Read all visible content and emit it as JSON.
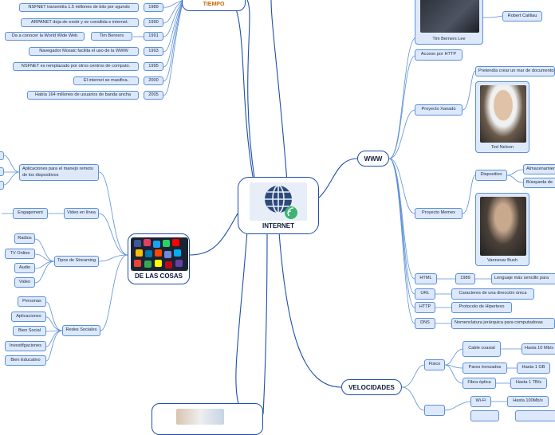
{
  "center": {
    "label": "INTERNET"
  },
  "timeline": {
    "title": "LINEA DE\nTIEMPO",
    "items": [
      {
        "text": "NSFNET transmitía 1.5 millones de bits por sgundo",
        "year": "1989"
      },
      {
        "text": "ARPANET deja de exstir y se consilida e internet.",
        "year": "1990"
      },
      {
        "text": "Da a conocer la World Wide Web",
        "who": "Tim Berners",
        "year": "1991"
      },
      {
        "text": "Navegador Mosaic facilita el uso de la WWW",
        "year": "1993"
      },
      {
        "text": "NSFNET es remplazado por otros centros de computo.",
        "year": "1995"
      },
      {
        "text": "El internet se masifica.",
        "year": "2000"
      },
      {
        "text": "Había 164 millones de usuarios de banda ancha",
        "year": "2005"
      }
    ]
  },
  "iot": {
    "label": "DE LAS COSAS",
    "apps": "Aplicaciones para el manejo remoto de los dispositivos",
    "video": "Video en línea",
    "engagement": "Engagement",
    "streaming": "Tipos de Streaming",
    "streaming_items": [
      "Radios",
      "TV Online",
      "Audio",
      "Video"
    ],
    "social": "Redes Sociales",
    "social_items": [
      "Personas",
      "Aplicaciones",
      "Bien Social",
      "Investifgaciones",
      "Bien Educativo"
    ]
  },
  "www": {
    "label": "WWW",
    "tim": "Tim Berners Lee",
    "robert": "Robert Cailliau",
    "acceso": "Acceso por HTTP",
    "xanadu": "Proyecto Xanadú",
    "xanadu_desc": "Pretendía crear un mar de documentos",
    "ted": "Ted Nelson",
    "memex": "Proyecto Memex",
    "dispositivo": "Dispositivo",
    "almacenamiento": "Almacenamiento",
    "busqueda": "Búsqueda de",
    "vannevar": "Vannevar Bush",
    "html": "HTML",
    "html_year": "1989",
    "html_desc": "Lenguaje más sencillo para",
    "url": "URL",
    "url_desc": "Caracteres de una dirección única",
    "http": "HTTP",
    "http_desc": "Protocolo de Hipertexo",
    "dns": "DNS",
    "dns_desc": "Nomenclatura jerárquica para computadoras"
  },
  "speeds": {
    "label": "VELOCIDADES",
    "fisico": "Fisico",
    "coaxial": "Cable coaxial",
    "coaxial_speed": "Hasta 10 Mb/s",
    "trenzados": "Pares trenzados",
    "trenzados_speed": "Hasta 1 GB",
    "fibra": "Fibra óptica",
    "fibra_speed": "Hasta 1 TB/s",
    "wifi": "Wi-Fi",
    "wifi_speed": "Hasta 100Mb/s"
  },
  "colors": {
    "line": "#1f4fa8",
    "node_bg": "#dde9fb",
    "node_border": "#5b8fd9",
    "title": "#c46a00"
  }
}
